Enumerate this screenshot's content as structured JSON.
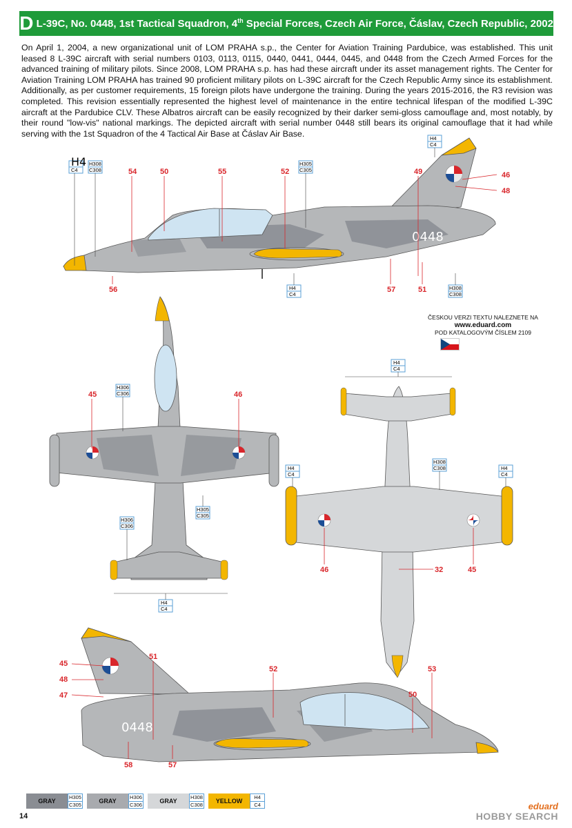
{
  "header": {
    "letter": "D",
    "title_before_sup": "L-39C, No. 0448, 1st Tactical Squadron, 4",
    "title_sup": "th",
    "title_after_sup": " Special Forces, Czech Air Force, Čáslav, Czech Republic, 2002"
  },
  "intro": "On April 1, 2004, a new organizational unit of LOM PRAHA s.p., the Center for Aviation Training Pardubice, was established. This unit leased 8 L-39C aircraft with serial numbers 0103, 0113, 0115, 0440, 0441, 0444, 0445, and 0448 from the Czech Armed Forces for the advanced training of military pilots. Since 2008, LOM PRAHA s.p. has had these aircraft under its asset management rights. The Center for Aviation Training LOM PRAHA has trained 90 proficient military pilots on L-39C aircraft for the Czech Republic Army since its establishment. Additionally, as per customer requirements, 15 foreign pilots have undergone the training. During the years 2015-2016, the R3 revision was completed. This revision essentially represented the highest level of maintenance in the entire technical lifespan of the modified L-39C aircraft at the Pardubice CLV. These Albatros aircraft can be easily recognized by their darker semi-gloss camouflage and, most notably, by their round \"low-vis\" national markings. The depicted aircraft with serial number 0448 still bears its original camouflage that it had while serving with the 1st Squadron of the 4 Tactical Air Base at Čáslav Air Base.",
  "serial": "0448",
  "czech_note": {
    "line1": "ČESKOU VERZI TEXTU NALEZNETE NA",
    "url": "www.eduard.com",
    "line3": "POD KATALOGOVÝM ČÍSLEM 2109"
  },
  "callouts": {
    "c54": "54",
    "c50": "50",
    "c55": "55",
    "c52": "52",
    "c49": "49",
    "c46": "46",
    "c48": "48",
    "c56": "56",
    "c57": "57",
    "c51": "51",
    "c45": "45",
    "c32": "32",
    "c53": "53",
    "c47": "47",
    "c58": "58"
  },
  "codes": {
    "h4": "H4",
    "c4": "C4",
    "h305": "H305",
    "c305": "C305",
    "h306": "H306",
    "c306": "C306",
    "h308": "H308",
    "c308": "C308"
  },
  "legend": [
    {
      "name": "GRAY",
      "h": "H305",
      "c": "C305",
      "color": "#8a8d93"
    },
    {
      "name": "GRAY",
      "h": "H306",
      "c": "C306",
      "color": "#a8aaae"
    },
    {
      "name": "GRAY",
      "h": "H308",
      "c": "C308",
      "color": "#d5d7d9"
    },
    {
      "name": "YELLOW",
      "h": "H4",
      "c": "C4",
      "color": "#f3b600"
    }
  ],
  "page_number": "14",
  "brand": {
    "top": "eduard",
    "bottom": "HOBBY SEARCH"
  }
}
